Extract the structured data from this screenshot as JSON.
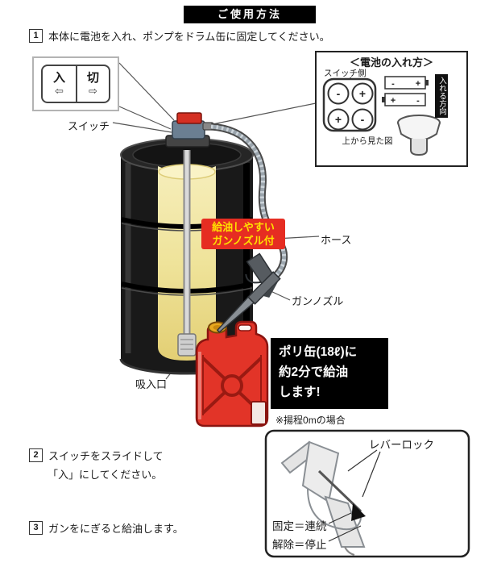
{
  "header": {
    "title": "ご使用方法"
  },
  "steps": [
    {
      "num": "1",
      "line1": "本体に電池を入れ、ポンプをドラム缶に固定してください。",
      "line2": ""
    },
    {
      "num": "2",
      "line1": "スイッチをスライドして",
      "line2": "「入」にしてください。"
    },
    {
      "num": "3",
      "line1": "ガンをにぎると給油します。",
      "line2": ""
    }
  ],
  "switch_panel": {
    "on_label": "入",
    "off_label": "切",
    "left_arrow": "⇦",
    "right_arrow": "⇨"
  },
  "pointer_labels": {
    "switch": "スイッチ",
    "hose": "ホース",
    "gun_nozzle": "ガンノズル",
    "inlet": "吸入口"
  },
  "battery_box": {
    "title": "＜電池の入れ方＞",
    "switch_side": "スイッチ側",
    "insert_direction": "入れる方向",
    "top_view_caption": "上から見た図",
    "polarities": {
      "tl": "-",
      "tr": "+",
      "bl": "+",
      "br": "-"
    },
    "battery1": {
      "left": "-",
      "right": "+"
    },
    "battery2": {
      "left": "+",
      "right": "-"
    }
  },
  "badge": {
    "line1": "給油しやすい",
    "line2": "ガンノズル付"
  },
  "info_box": {
    "line1": "ポリ缶(18ℓ)に",
    "line2": "約2分で給油",
    "line3": "します!",
    "note": "※揚程0mの場合"
  },
  "lever_box": {
    "title": "レバーロック",
    "line1": "固定＝連続",
    "line2": "解除＝停止"
  },
  "colors": {
    "accent_red": "#e62d22",
    "badge_yellow": "#ffe100",
    "kerosene": "#efe39a",
    "tank_red": "#e23428"
  }
}
